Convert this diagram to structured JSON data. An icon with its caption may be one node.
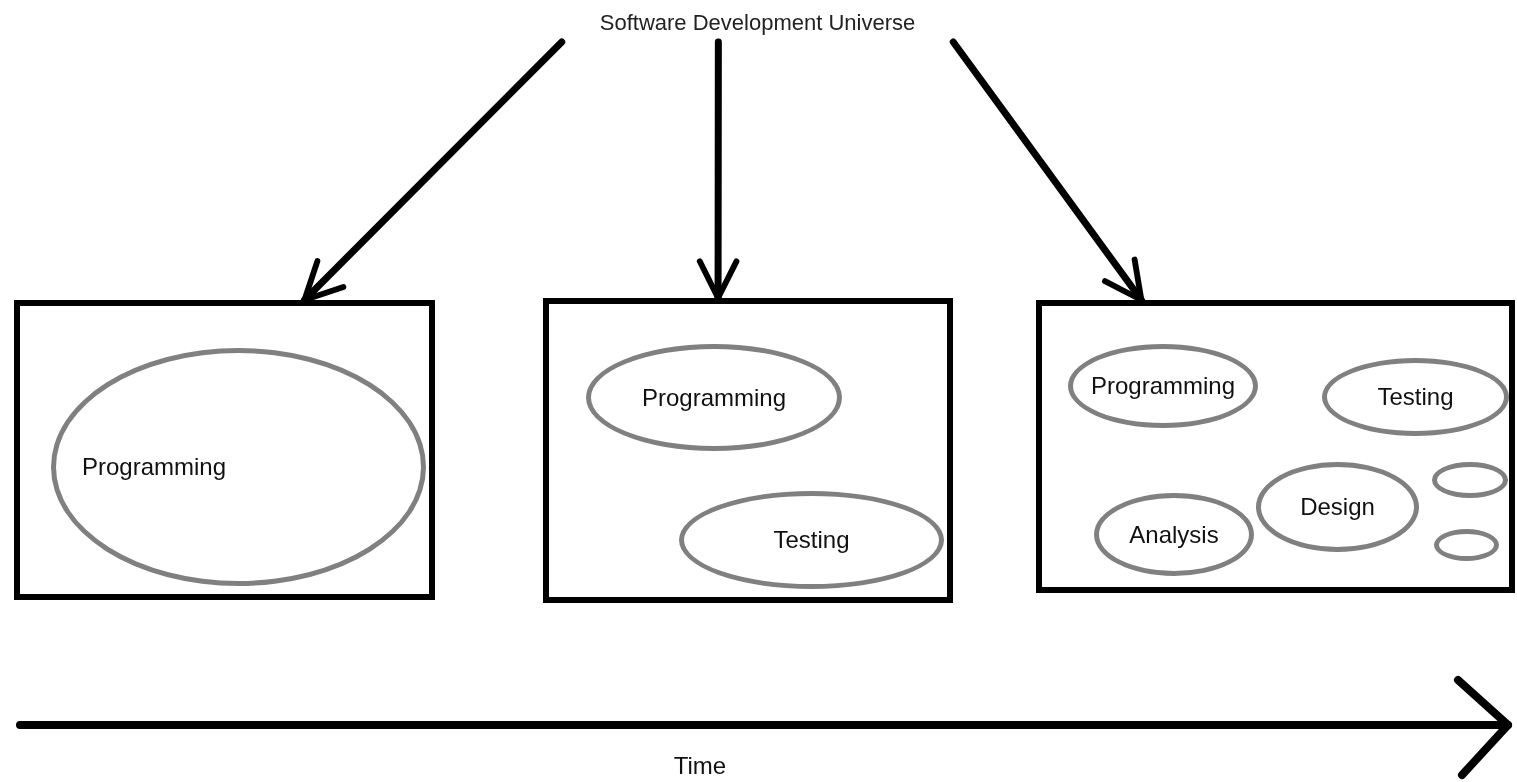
{
  "diagram": {
    "nodes": [
      {
        "text": [
          "Software Development Universe"
        ]
      },
      {
        "text": [],
        "shape": "box"
      },
      {
        "text": [
          "Programming"
        ],
        "in": 1
      },
      {
        "text": [],
        "shape": "box"
      },
      {
        "text": [
          "Programming"
        ],
        "in": 3
      },
      {
        "text": [
          "Testing"
        ],
        "in": 3
      },
      {
        "text": [],
        "shape": "box"
      },
      {
        "text": [
          "Programming"
        ],
        "in": 6
      },
      {
        "text": [
          "Testing"
        ],
        "in": 6
      },
      {
        "text": [
          "Design"
        ],
        "in": 6
      },
      {
        "text": [
          "Analysis"
        ],
        "in": 6
      },
      {
        "text": [],
        "shape": "ellipse",
        "in": 6
      },
      {
        "text": [],
        "shape": "ellipse",
        "in": 6
      }
    ],
    "edges": [
      {
        "from": 0,
        "to": 1,
        "arrow": "to"
      },
      {
        "from": 0,
        "to": 3,
        "arrow": "to"
      },
      {
        "from": 0,
        "to": 6,
        "arrow": "to"
      }
    ],
    "labels": [
      "Time"
    ]
  }
}
